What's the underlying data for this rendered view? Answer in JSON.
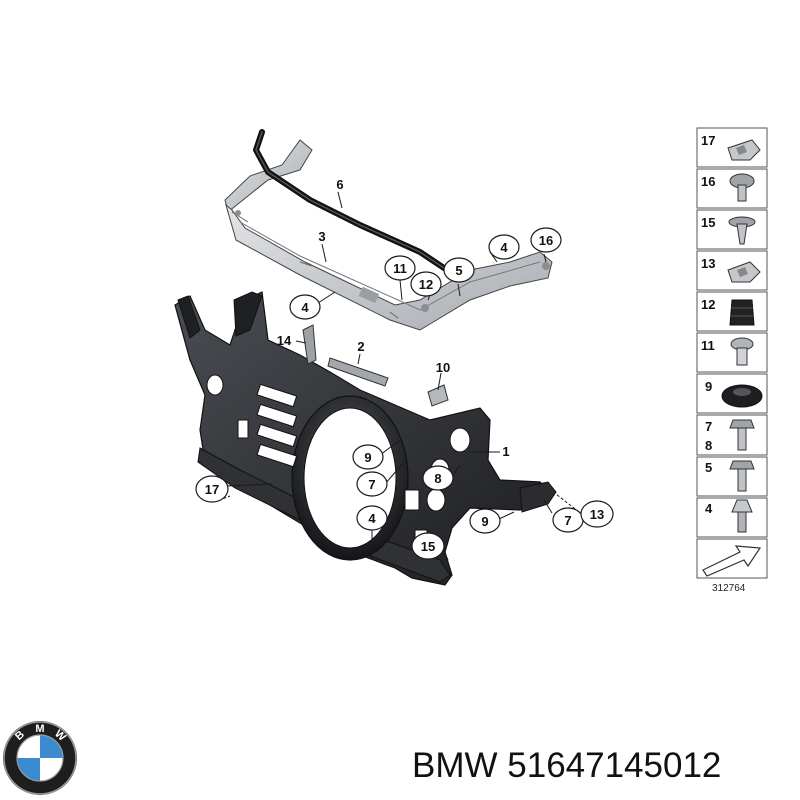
{
  "diagram": {
    "callouts": [
      "6",
      "3",
      "4",
      "11",
      "12",
      "5",
      "4",
      "16",
      "14",
      "2",
      "10",
      "9",
      "7",
      "8",
      "1",
      "17",
      "4",
      "15",
      "9",
      "7",
      "13"
    ],
    "legend": [
      "17",
      "16",
      "15",
      "13",
      "12",
      "11",
      "9",
      "7",
      "8",
      "5",
      "4"
    ],
    "reference_number": "312764"
  },
  "brand": {
    "logo_text": "BMW",
    "part_label": "BMW 51647145012"
  },
  "colors": {
    "line": "#1a1a1a",
    "frame_dark": "#2b2d30",
    "carrier_light": "#c9ccd0",
    "legend_border": "#555555",
    "logo_blue": "#3b8bd0"
  }
}
